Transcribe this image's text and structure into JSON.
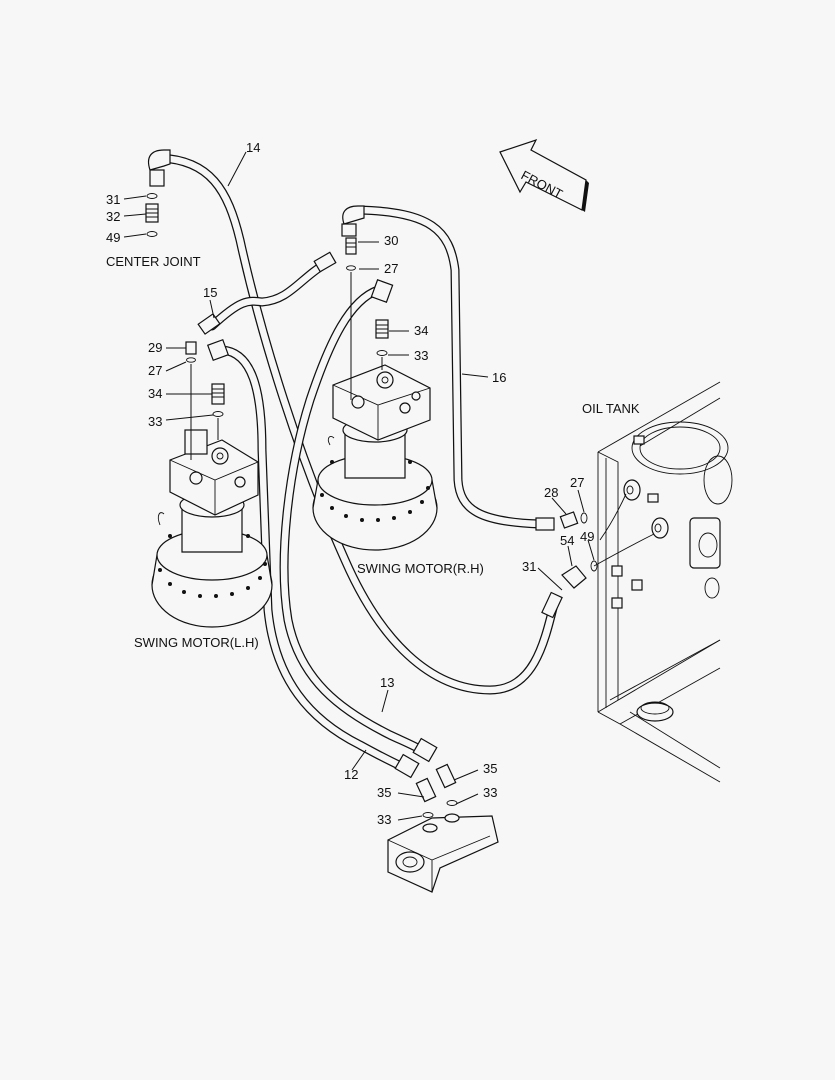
{
  "labels": {
    "l14": "14",
    "l31a": "31",
    "l32": "32",
    "l49a": "49",
    "l30": "30",
    "l27a": "27",
    "l15": "15",
    "l34a": "34",
    "l33a": "33",
    "l29": "29",
    "l27b": "27",
    "l34b": "34",
    "l33b": "33",
    "l16": "16",
    "l28": "28",
    "l27c": "27",
    "l54": "54",
    "l49b": "49",
    "l31b": "31",
    "l13": "13",
    "l12": "12",
    "l35a": "35",
    "l35b": "35",
    "l33c": "33",
    "l33d": "33"
  },
  "captions": {
    "center_joint": "CENTER JOINT",
    "front": "FRONT",
    "oil_tank": "OIL TANK",
    "swing_motor_rh": "SWING MOTOR(R.H)",
    "swing_motor_lh": "SWING MOTOR(L.H)"
  }
}
